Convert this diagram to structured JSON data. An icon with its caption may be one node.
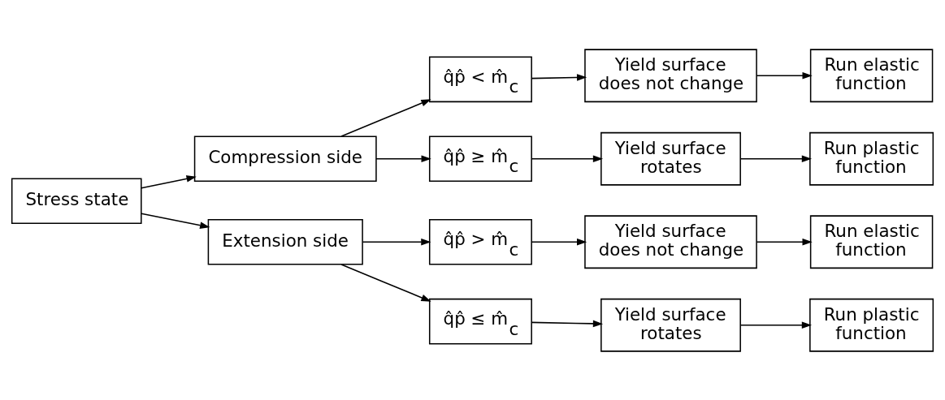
{
  "diagram": {
    "nodes": [
      {
        "text": [
          "Stress state"
        ]
      },
      {
        "text": [
          "Compression side"
        ]
      },
      {
        "text": [
          "Extension side"
        ]
      },
      {
        "text": [
          "q̂p̂ < m̂$_{c}$"
        ]
      },
      {
        "text": [
          "q̂p̂ ≥ m̂$_{c}$"
        ]
      },
      {
        "text": [
          "q̂p̂ > m̂$_{c}$"
        ]
      },
      {
        "text": [
          "q̂p̂ ≤ m̂$_{c}$"
        ]
      },
      {
        "text": [
          "Yield surface does not change"
        ]
      },
      {
        "text": [
          "Yield surface rotates"
        ]
      },
      {
        "text": [
          "Yield surface does not change"
        ]
      },
      {
        "text": [
          "Yield surface rotates"
        ]
      },
      {
        "text": [
          "Run elastic function"
        ]
      },
      {
        "text": [
          "Run plastic function"
        ]
      },
      {
        "text": [
          "Run elastic function"
        ]
      },
      {
        "text": [
          "Run plastic function"
        ]
      }
    ],
    "edges": [
      {
        "from": 0,
        "to": 1,
        "arrow": "to"
      },
      {
        "from": 0,
        "to": 2,
        "arrow": "to"
      },
      {
        "from": 1,
        "to": 3,
        "arrow": "to"
      },
      {
        "from": 1,
        "to": 4,
        "arrow": "to"
      },
      {
        "from": 2,
        "to": 5,
        "arrow": "to"
      },
      {
        "from": 2,
        "to": 6,
        "arrow": "to"
      },
      {
        "from": 3,
        "to": 7,
        "arrow": "to"
      },
      {
        "from": 4,
        "to": 8,
        "arrow": "to"
      },
      {
        "from": 5,
        "to": 9,
        "arrow": "to"
      },
      {
        "from": 6,
        "to": 10,
        "arrow": "to"
      },
      {
        "from": 7,
        "to": 11,
        "arrow": "to"
      },
      {
        "from": 8,
        "to": 12,
        "arrow": "to"
      },
      {
        "from": 9,
        "to": 13,
        "arrow": "to"
      },
      {
        "from": 10,
        "to": 14,
        "arrow": "to"
      }
    ]
  }
}
